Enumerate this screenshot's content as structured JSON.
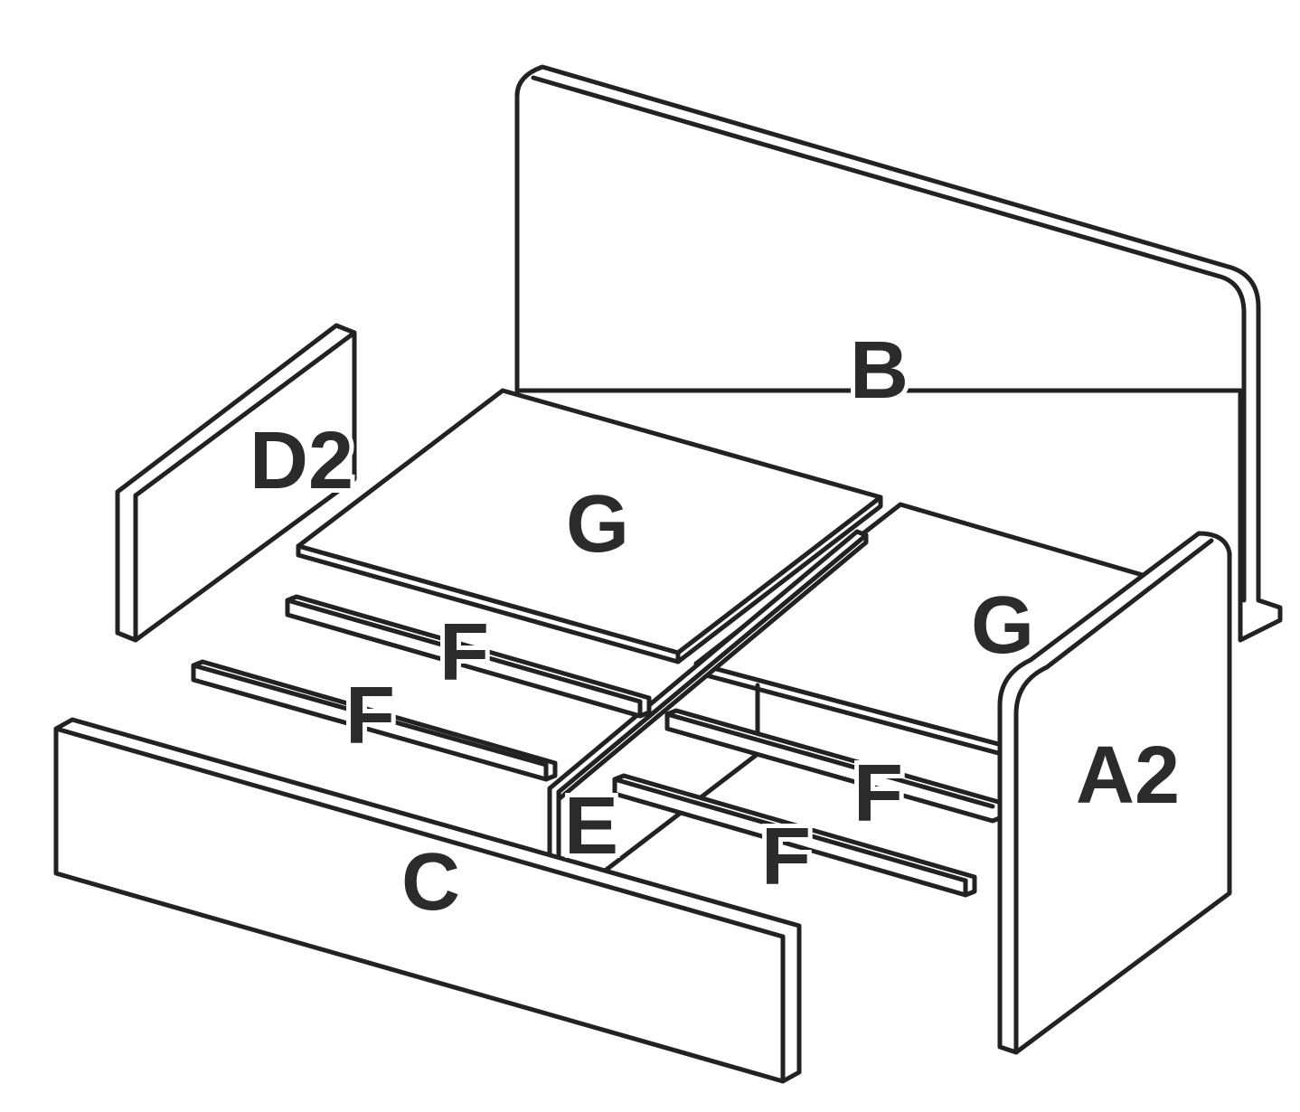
{
  "diagram": {
    "labels": {
      "back_panel": "B",
      "left_side_panel": "D2",
      "right_side_panel": "A2",
      "front_panel": "C",
      "center_divider": "E",
      "seat_board_left": "G",
      "seat_board_right": "G",
      "slat_rear_left": "F",
      "slat_front_left": "F",
      "slat_rear_right": "F",
      "slat_front_right": "F"
    },
    "colors": {
      "line": "#222222",
      "label": "#2b2b2b",
      "background": "#ffffff"
    }
  }
}
